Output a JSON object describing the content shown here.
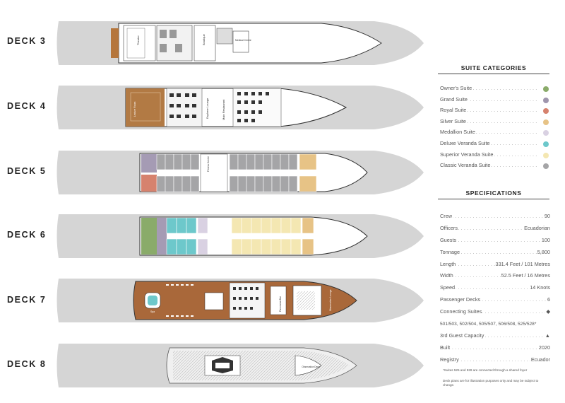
{
  "decks": [
    {
      "label": "DECK 3"
    },
    {
      "label": "DECK 4"
    },
    {
      "label": "DECK 5"
    },
    {
      "label": "DECK 6"
    },
    {
      "label": "DECK 7"
    },
    {
      "label": "DECK 8"
    }
  ],
  "deck_rooms": {
    "deck3": [
      "Theater",
      "Boutique",
      "Medical Centre"
    ],
    "deck4": [
      "Explorer Lounge",
      "Main Restaurant",
      "Lecture Room"
    ],
    "deck5": [
      "Fitness Centre"
    ],
    "deck7": [
      "Spa",
      "Observation Lounge",
      "Panorama Bar"
    ],
    "deck8": [
      "Observation Deck"
    ]
  },
  "suite_categories": {
    "title": "SUITE CATEGORIES",
    "items": [
      {
        "label": "Owner's Suite",
        "color": "#8aab6a"
      },
      {
        "label": "Grand Suite",
        "color": "#9f95ad"
      },
      {
        "label": "Royal Suite",
        "color": "#d6826e"
      },
      {
        "label": "Silver Suite",
        "color": "#e7c386"
      },
      {
        "label": "Medallion Suite",
        "color": "#d9d1e2"
      },
      {
        "label": "Deluxe Veranda Suite",
        "color": "#6dc8cb"
      },
      {
        "label": "Superior Veranda Suite",
        "color": "#f4e7b2"
      },
      {
        "label": "Classic Veranda Suite",
        "color": "#a5a5a7"
      }
    ]
  },
  "specifications": {
    "title": "SPECIFICATIONS",
    "items": [
      {
        "label": "Crew",
        "value": "90"
      },
      {
        "label": "Officers",
        "value": "Ecuadorian"
      },
      {
        "label": "Guests",
        "value": "100"
      },
      {
        "label": "Tonnage",
        "value": "5,800"
      },
      {
        "label": "Length",
        "value": "331.4 Feet / 101 Metres"
      },
      {
        "label": "Width",
        "value": "52.5 Feet / 16 Metres"
      },
      {
        "label": "Speed",
        "value": "14 Knots"
      },
      {
        "label": "Passenger Decks",
        "value": "6"
      },
      {
        "label": "Connecting Suites",
        "value": "◆"
      },
      {
        "label": "501/503, 502/504, 505/507, 506/508, 525/528*",
        "value": ""
      },
      {
        "label": "3rd Guest Capacity",
        "value": "▲"
      },
      {
        "label": "Built",
        "value": "2020"
      },
      {
        "label": "Registry",
        "value": "Ecuador"
      }
    ]
  },
  "notes": {
    "connecting": "*Suites 525 and 528 are connected through a shared foyer",
    "disclaimer": "Deck plans are for illustration purposes only and may be subject to change."
  }
}
